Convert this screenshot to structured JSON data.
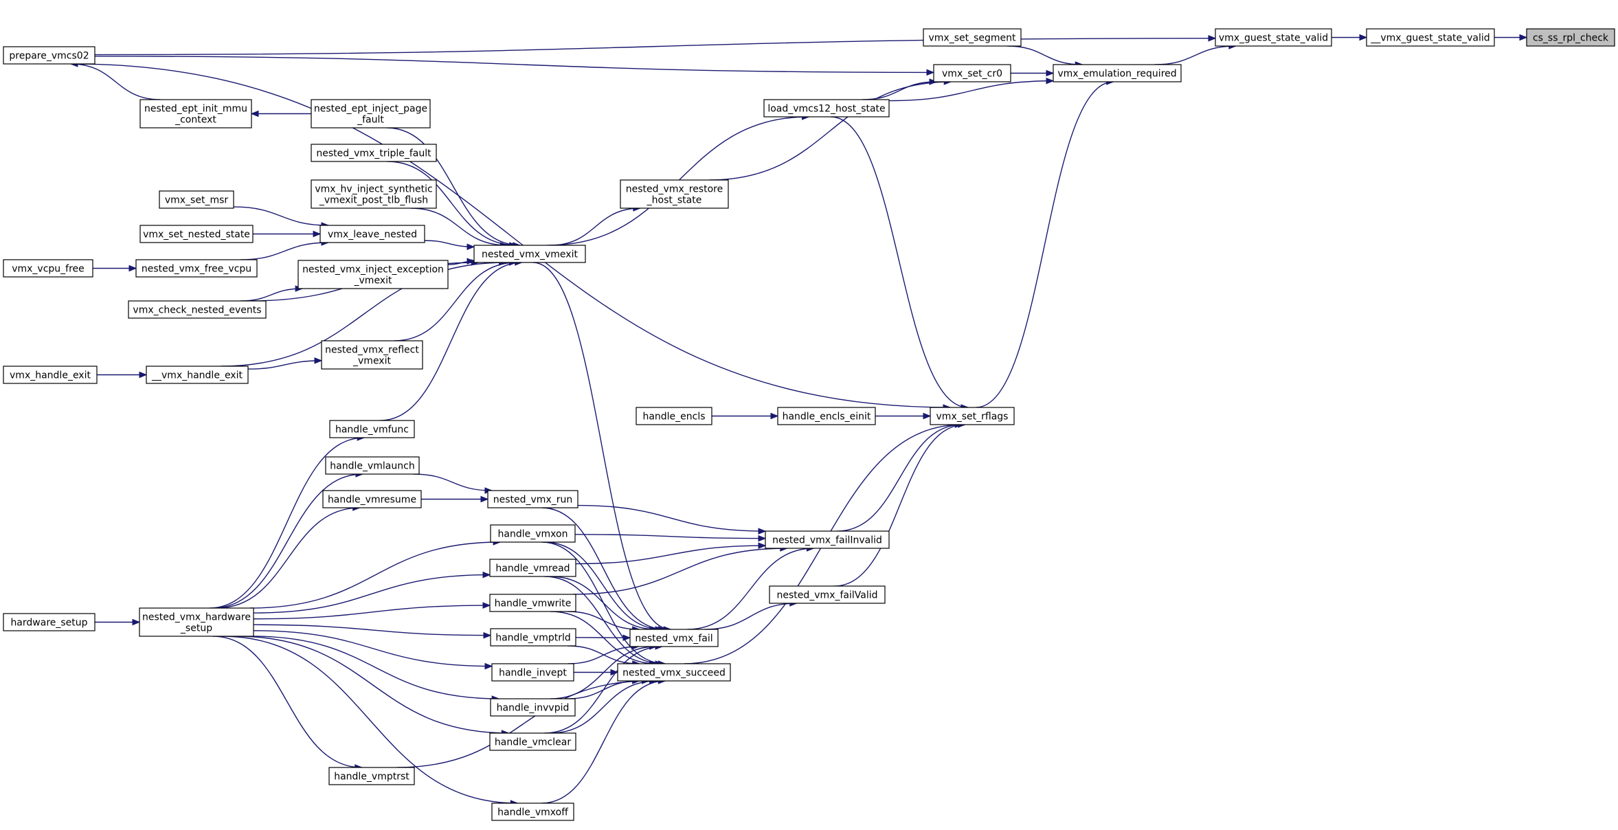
{
  "diagram": {
    "colors": {
      "edge": "#191970",
      "node_border": "#000000",
      "node_fill": "#ffffff",
      "root_fill": "#bfbfbf"
    },
    "nodes": {
      "prepare_vmcs02": [
        "prepare_vmcs02"
      ],
      "nested_ept_init_mmu_context": [
        "nested_ept_init_mmu",
        "_context"
      ],
      "nested_ept_inject_page_fault": [
        "nested_ept_inject_page",
        "_fault"
      ],
      "nested_vmx_triple_fault": [
        "nested_vmx_triple_fault"
      ],
      "vmx_hv_inject_synthetic": [
        "vmx_hv_inject_synthetic",
        "_vmexit_post_tlb_flush"
      ],
      "vmx_set_msr": [
        "vmx_set_msr"
      ],
      "vmx_set_nested_state": [
        "vmx_set_nested_state"
      ],
      "vmx_leave_nested": [
        "vmx_leave_nested"
      ],
      "vmx_vcpu_free": [
        "vmx_vcpu_free"
      ],
      "nested_vmx_free_vcpu": [
        "nested_vmx_free_vcpu"
      ],
      "nested_vmx_inject_exception": [
        "nested_vmx_inject_exception",
        "_vmexit"
      ],
      "vmx_check_nested_events": [
        "vmx_check_nested_events"
      ],
      "nested_vmx_reflect_vmexit": [
        "nested_vmx_reflect",
        "_vmexit"
      ],
      "vmx_handle_exit": [
        "vmx_handle_exit"
      ],
      "__vmx_handle_exit": [
        "__vmx_handle_exit"
      ],
      "handle_vmfunc": [
        "handle_vmfunc"
      ],
      "handle_vmlaunch": [
        "handle_vmlaunch"
      ],
      "handle_vmresume": [
        "handle_vmresume"
      ],
      "hardware_setup": [
        "hardware_setup"
      ],
      "nested_vmx_hardware_setup": [
        "nested_vmx_hardware",
        "_setup"
      ],
      "nested_vmx_vmexit": [
        "nested_vmx_vmexit"
      ],
      "nested_vmx_restore_host_state": [
        "nested_vmx_restore",
        "_host_state"
      ],
      "nested_vmx_run": [
        "nested_vmx_run"
      ],
      "handle_vmxon": [
        "handle_vmxon"
      ],
      "handle_vmread": [
        "handle_vmread"
      ],
      "handle_vmwrite": [
        "handle_vmwrite"
      ],
      "handle_vmptrld": [
        "handle_vmptrld"
      ],
      "handle_invept": [
        "handle_invept"
      ],
      "handle_invvpid": [
        "handle_invvpid"
      ],
      "handle_vmclear": [
        "handle_vmclear"
      ],
      "handle_vmptrst": [
        "handle_vmptrst"
      ],
      "handle_vmxoff": [
        "handle_vmxoff"
      ],
      "nested_vmx_fail": [
        "nested_vmx_fail"
      ],
      "nested_vmx_succeed": [
        "nested_vmx_succeed"
      ],
      "handle_encls": [
        "handle_encls"
      ],
      "handle_encls_einit": [
        "handle_encls_einit"
      ],
      "nested_vmx_failInvalid": [
        "nested_vmx_failInvalid"
      ],
      "nested_vmx_failValid": [
        "nested_vmx_failValid"
      ],
      "vmx_set_rflags": [
        "vmx_set_rflags"
      ],
      "load_vmcs12_host_state": [
        "load_vmcs12_host_state"
      ],
      "vmx_set_segment": [
        "vmx_set_segment"
      ],
      "vmx_set_cr0": [
        "vmx_set_cr0"
      ],
      "vmx_emulation_required": [
        "vmx_emulation_required"
      ],
      "vmx_guest_state_valid": [
        "vmx_guest_state_valid"
      ],
      "__vmx_guest_state_valid": [
        "__vmx_guest_state_valid"
      ],
      "cs_ss_rpl_check": [
        "cs_ss_rpl_check"
      ]
    },
    "root": "cs_ss_rpl_check",
    "edges": [
      [
        "prepare_vmcs02",
        "vmx_guest_state_valid"
      ],
      [
        "prepare_vmcs02",
        "vmx_set_cr0"
      ],
      [
        "prepare_vmcs02",
        "vmx_set_rflags"
      ],
      [
        "nested_ept_init_mmu_context",
        "prepare_vmcs02"
      ],
      [
        "nested_ept_inject_page_fault",
        "nested_ept_init_mmu_context"
      ],
      [
        "nested_ept_inject_page_fault",
        "nested_vmx_vmexit"
      ],
      [
        "nested_vmx_triple_fault",
        "nested_vmx_vmexit"
      ],
      [
        "vmx_hv_inject_synthetic",
        "nested_vmx_vmexit"
      ],
      [
        "vmx_set_msr",
        "vmx_leave_nested"
      ],
      [
        "vmx_set_nested_state",
        "vmx_leave_nested"
      ],
      [
        "vmx_leave_nested",
        "nested_vmx_vmexit"
      ],
      [
        "vmx_vcpu_free",
        "nested_vmx_free_vcpu"
      ],
      [
        "nested_vmx_free_vcpu",
        "vmx_leave_nested"
      ],
      [
        "nested_vmx_inject_exception",
        "nested_vmx_vmexit"
      ],
      [
        "vmx_check_nested_events",
        "nested_vmx_inject_exception"
      ],
      [
        "vmx_check_nested_events",
        "nested_vmx_vmexit"
      ],
      [
        "nested_vmx_reflect_vmexit",
        "nested_vmx_vmexit"
      ],
      [
        "vmx_handle_exit",
        "__vmx_handle_exit"
      ],
      [
        "__vmx_handle_exit",
        "nested_vmx_reflect_vmexit"
      ],
      [
        "__vmx_handle_exit",
        "nested_vmx_vmexit"
      ],
      [
        "handle_vmfunc",
        "nested_vmx_vmexit"
      ],
      [
        "handle_vmlaunch",
        "nested_vmx_run"
      ],
      [
        "handle_vmresume",
        "nested_vmx_run"
      ],
      [
        "hardware_setup",
        "nested_vmx_hardware_setup"
      ],
      [
        "nested_vmx_hardware_setup",
        "handle_vmfunc"
      ],
      [
        "nested_vmx_hardware_setup",
        "handle_vmlaunch"
      ],
      [
        "nested_vmx_hardware_setup",
        "handle_vmresume"
      ],
      [
        "nested_vmx_hardware_setup",
        "handle_vmxon"
      ],
      [
        "nested_vmx_hardware_setup",
        "handle_vmread"
      ],
      [
        "nested_vmx_hardware_setup",
        "handle_vmwrite"
      ],
      [
        "nested_vmx_hardware_setup",
        "handle_vmptrld"
      ],
      [
        "nested_vmx_hardware_setup",
        "handle_invept"
      ],
      [
        "nested_vmx_hardware_setup",
        "handle_invvpid"
      ],
      [
        "nested_vmx_hardware_setup",
        "handle_vmclear"
      ],
      [
        "nested_vmx_hardware_setup",
        "handle_vmptrst"
      ],
      [
        "nested_vmx_hardware_setup",
        "handle_vmxoff"
      ],
      [
        "nested_vmx_vmexit",
        "nested_vmx_restore_host_state"
      ],
      [
        "nested_vmx_vmexit",
        "load_vmcs12_host_state"
      ],
      [
        "nested_vmx_vmexit",
        "nested_vmx_fail"
      ],
      [
        "nested_vmx_restore_host_state",
        "vmx_set_cr0"
      ],
      [
        "nested_vmx_run",
        "nested_vmx_failInvalid"
      ],
      [
        "nested_vmx_run",
        "nested_vmx_fail"
      ],
      [
        "handle_vmxon",
        "nested_vmx_failInvalid"
      ],
      [
        "handle_vmxon",
        "nested_vmx_fail"
      ],
      [
        "handle_vmxon",
        "nested_vmx_succeed"
      ],
      [
        "handle_vmread",
        "nested_vmx_failInvalid"
      ],
      [
        "handle_vmread",
        "nested_vmx_fail"
      ],
      [
        "handle_vmread",
        "nested_vmx_succeed"
      ],
      [
        "handle_vmwrite",
        "nested_vmx_failInvalid"
      ],
      [
        "handle_vmwrite",
        "nested_vmx_fail"
      ],
      [
        "handle_vmwrite",
        "nested_vmx_succeed"
      ],
      [
        "handle_vmptrld",
        "nested_vmx_fail"
      ],
      [
        "handle_vmptrld",
        "nested_vmx_succeed"
      ],
      [
        "handle_invept",
        "nested_vmx_fail"
      ],
      [
        "handle_invept",
        "nested_vmx_succeed"
      ],
      [
        "handle_invvpid",
        "nested_vmx_fail"
      ],
      [
        "handle_invvpid",
        "nested_vmx_succeed"
      ],
      [
        "handle_vmclear",
        "nested_vmx_fail"
      ],
      [
        "handle_vmclear",
        "nested_vmx_succeed"
      ],
      [
        "handle_vmptrst",
        "nested_vmx_succeed"
      ],
      [
        "handle_vmxoff",
        "nested_vmx_succeed"
      ],
      [
        "nested_vmx_fail",
        "nested_vmx_failInvalid"
      ],
      [
        "nested_vmx_fail",
        "nested_vmx_failValid"
      ],
      [
        "nested_vmx_succeed",
        "vmx_set_rflags"
      ],
      [
        "handle_encls",
        "handle_encls_einit"
      ],
      [
        "handle_encls_einit",
        "vmx_set_rflags"
      ],
      [
        "nested_vmx_failInvalid",
        "vmx_set_rflags"
      ],
      [
        "nested_vmx_failValid",
        "vmx_set_rflags"
      ],
      [
        "vmx_set_rflags",
        "vmx_emulation_required"
      ],
      [
        "load_vmcs12_host_state",
        "vmx_set_cr0"
      ],
      [
        "load_vmcs12_host_state",
        "vmx_emulation_required"
      ],
      [
        "load_vmcs12_host_state",
        "vmx_set_rflags"
      ],
      [
        "vmx_set_segment",
        "vmx_emulation_required"
      ],
      [
        "vmx_set_cr0",
        "vmx_emulation_required"
      ],
      [
        "vmx_emulation_required",
        "vmx_guest_state_valid"
      ],
      [
        "vmx_guest_state_valid",
        "__vmx_guest_state_valid"
      ],
      [
        "__vmx_guest_state_valid",
        "cs_ss_rpl_check"
      ]
    ]
  }
}
